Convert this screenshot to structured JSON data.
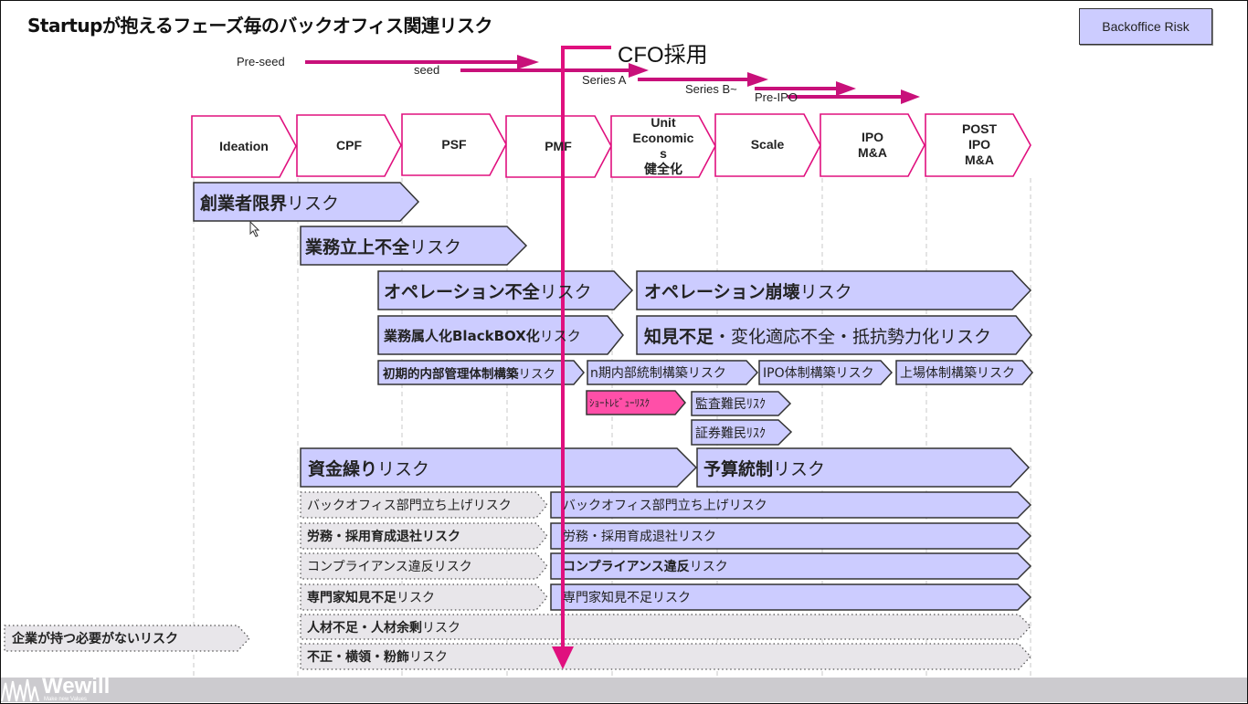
{
  "title": "Startupが抱えるフェーズ毎のバックオフィス関連リスク",
  "legend": {
    "label": "Backoffice Risk",
    "color": "#ccccff"
  },
  "colors": {
    "accent": "#e0107e",
    "risk_fill": "#ccccff",
    "optional_fill": "#e8e6ea",
    "highlight_fill": "#ff4fa8",
    "footer": "#cccbcf"
  },
  "funding_stages": [
    "Pre-seed",
    "seed",
    "Series A",
    "Series B~",
    "Pre-IPO"
  ],
  "cfo_marker": {
    "label": "CFO採用"
  },
  "phases": [
    "Ideation",
    "CPF",
    "PSF",
    "PMF",
    "Unit Economic s 健全化",
    "Scale",
    "IPO M&A",
    "POST IPO M&A"
  ],
  "risks": [
    {
      "id": "founder-limit",
      "bold": "創業者限界",
      "rest": "リスク",
      "type": "risk"
    },
    {
      "id": "business-setup",
      "bold": "業務立上不全",
      "rest": "リスク",
      "type": "risk"
    },
    {
      "id": "operation-incomplete",
      "bold": "オペレーション不全",
      "rest": "リスク",
      "type": "risk"
    },
    {
      "id": "operation-collapse",
      "bold": "オペレーション崩壊",
      "rest": "リスク",
      "type": "risk"
    },
    {
      "id": "blackbox",
      "bold": "業務属人化BlackBOX化",
      "rest": "リスク",
      "type": "risk"
    },
    {
      "id": "knowledge-shortage",
      "bold": "知見不足",
      "rest": "・変化適応不全・抵抗勢力化リスク",
      "type": "risk"
    },
    {
      "id": "initial-internal-control",
      "bold": "初期的内部管理体制構築",
      "rest": "リスク",
      "type": "risk"
    },
    {
      "id": "n-period-internal-control",
      "bold": "",
      "rest": "n期内部統制構築リスク",
      "type": "risk"
    },
    {
      "id": "ipo-structure",
      "bold": "",
      "rest": "IPO体制構築リスク",
      "type": "risk"
    },
    {
      "id": "listing-structure",
      "bold": "",
      "rest": "上場体制構築リスク",
      "type": "risk"
    },
    {
      "id": "short-review",
      "bold": "",
      "rest": "ｼｮｰﾄﾚﾋﾞｭｰﾘｽｸ",
      "type": "highlight"
    },
    {
      "id": "audit-refugee",
      "bold": "",
      "rest": "監査難民ﾘｽｸ",
      "type": "risk"
    },
    {
      "id": "securities-refugee",
      "bold": "",
      "rest": "証券難民ﾘｽｸ",
      "type": "risk"
    },
    {
      "id": "cash-flow",
      "bold": "資金繰り",
      "rest": "リスク",
      "type": "risk"
    },
    {
      "id": "budget-control",
      "bold": "予算統制",
      "rest": "リスク",
      "type": "risk"
    },
    {
      "id": "backoffice-setup-early",
      "bold": "",
      "rest": "バックオフィス部門立ち上げリスク",
      "type": "optional"
    },
    {
      "id": "backoffice-setup",
      "bold": "",
      "rest": "バックオフィス部門立ち上げリスク",
      "type": "risk"
    },
    {
      "id": "labor-early",
      "bold": "労務・採用育成退社リスク",
      "rest": "",
      "type": "optional"
    },
    {
      "id": "labor",
      "bold": "",
      "rest": "労務・採用育成退社リスク",
      "type": "risk"
    },
    {
      "id": "compliance-early",
      "bold": "",
      "rest": "コンプライアンス違反リスク",
      "type": "optional"
    },
    {
      "id": "compliance",
      "bold": "コンプライアンス違反",
      "rest": "リスク",
      "type": "risk"
    },
    {
      "id": "expert-early",
      "bold": "専門家知見不足",
      "rest": "リスク",
      "type": "optional"
    },
    {
      "id": "expert",
      "bold": "",
      "rest": "専門家知見不足リスク",
      "type": "risk"
    },
    {
      "id": "hr-shortage",
      "bold": "人材不足・人材余剰",
      "rest": "リスク",
      "type": "optional"
    },
    {
      "id": "fraud",
      "bold": "不正・横領・粉飾",
      "rest": "リスク",
      "type": "optional"
    },
    {
      "id": "unnecessary",
      "bold": "企業が持つ必要がないリスク",
      "rest": "",
      "type": "optional"
    }
  ],
  "footer": {
    "logo": "Wewill",
    "tagline": "Make new Values"
  }
}
